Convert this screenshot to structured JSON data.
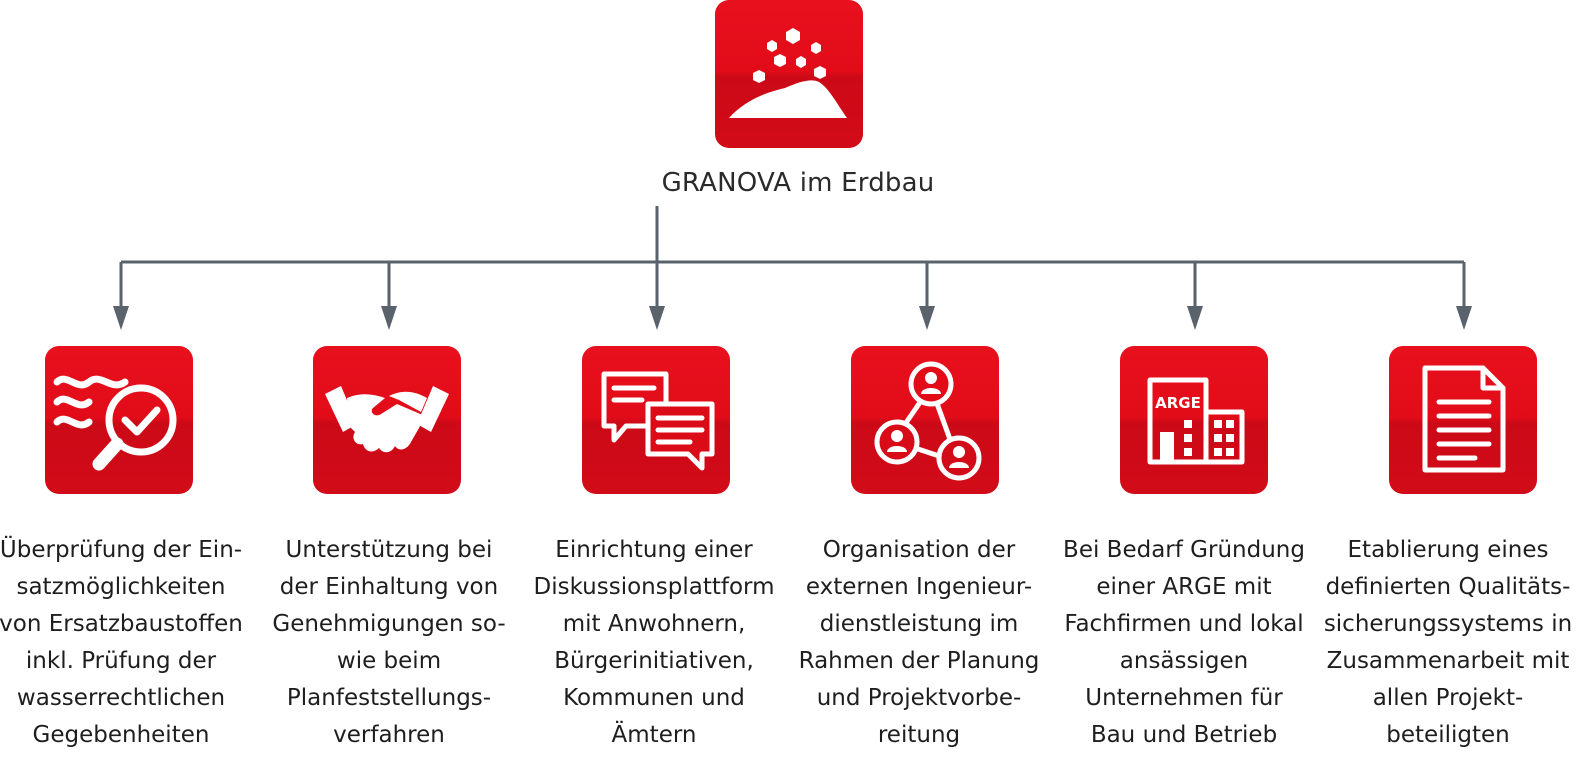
{
  "root": {
    "title": "GRANOVA im Erdbau",
    "icon": "granular-heap-icon"
  },
  "colors": {
    "tile_red": "#e20c19",
    "connector": "#5a636c",
    "text": "#1e1e1e"
  },
  "items": [
    {
      "icon": "water-magnifier-check-icon",
      "text": "Überprüfung der Ein-\nsatzmöglichkeiten\nvon Ersatzbaustoffen\ninkl. Prüfung der\nwasserrechtlichen\nGegebenheiten"
    },
    {
      "icon": "handshake-icon",
      "text": "Unterstützung bei\nder Einhaltung von\nGenehmigungen so-\nwie beim\nPlanfeststellungs-\nverfahren"
    },
    {
      "icon": "chat-bubbles-icon",
      "text": "Einrichtung einer\nDiskussionsplattform\nmit Anwohnern,\nBürgerinitiativen,\nKommunen und\nÄmtern"
    },
    {
      "icon": "network-people-icon",
      "text": "Organisation der\nexternen Ingenieur-\ndienstleistung im\nRahmen der Planung\nund Projektvorbe-\nreitung"
    },
    {
      "icon": "arge-building-icon",
      "label": "ARGE",
      "text": "Bei Bedarf Gründung\neiner ARGE mit\nFachfirmen und lokal\nansässigen\nUnternehmen für\nBau und Betrieb"
    },
    {
      "icon": "document-icon",
      "text": "Etablierung eines\ndefinierten Qualitäts-\nsicherungssystems in\nZusammenarbeit mit\nallen Projekt-\nbeteiligten"
    }
  ]
}
